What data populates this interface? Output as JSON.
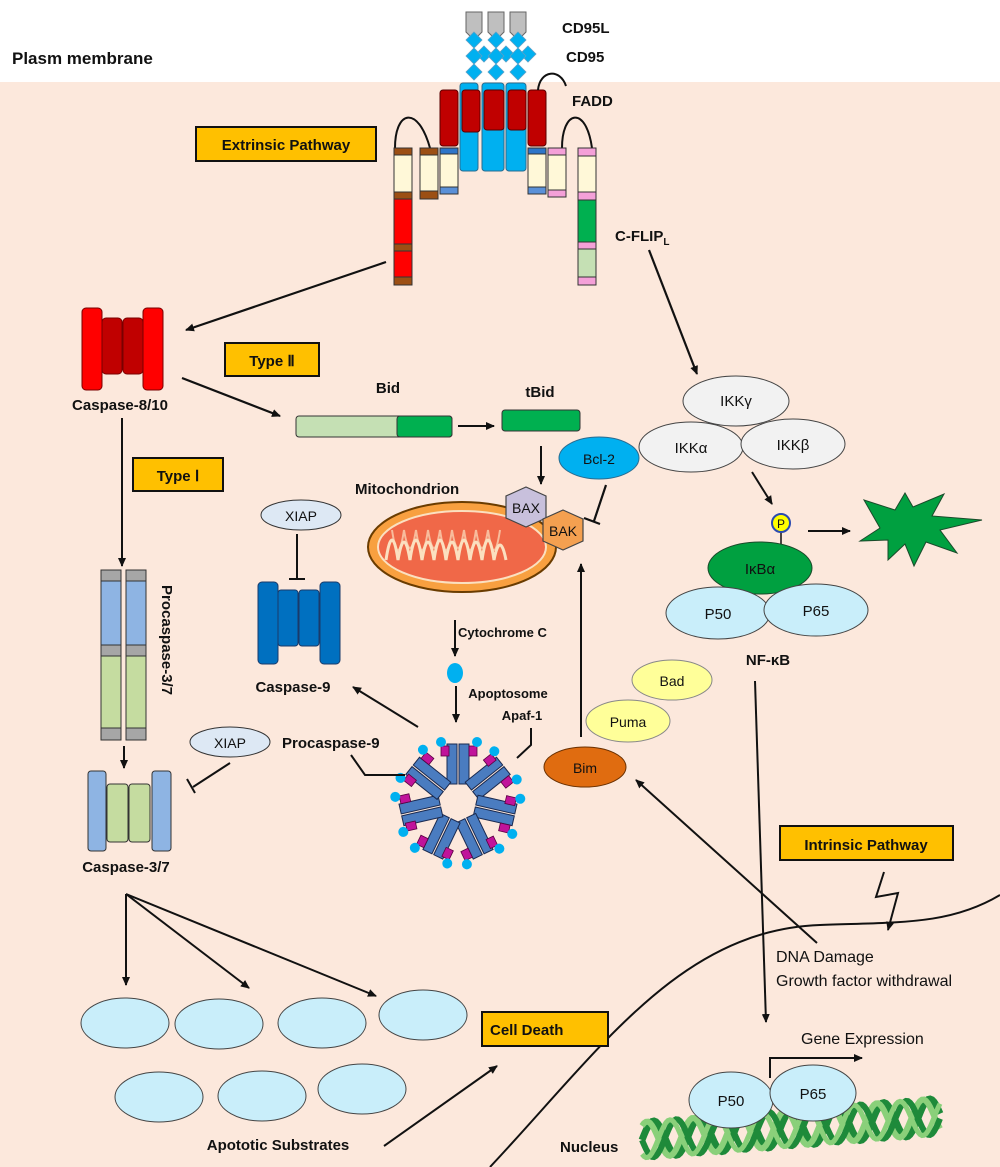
{
  "region_labels": {
    "membrane": "Plasm membrane",
    "nucleus": "Nucleus",
    "mitochondrion": "Mitochondrion"
  },
  "receptor": {
    "ligand": "CD95L",
    "receptor": "CD95",
    "adaptor": "FADD",
    "flip": "C-FLIP",
    "flip_sub": "L"
  },
  "boxes": {
    "extrinsic": "Extrinsic Pathway",
    "type2": "Type Ⅱ",
    "type1": "Type Ⅰ",
    "intrinsic": "Intrinsic Pathway",
    "cell_death": "Cell Death"
  },
  "proteins": {
    "caspase810": "Caspase-8/10",
    "bid": "Bid",
    "tbid": "tBid",
    "bcl2": "Bcl-2",
    "bax": "BAX",
    "bak": "BAK",
    "xiap_top": "XIAP",
    "xiap_bottom": "XIAP",
    "caspase9": "Caspase-9",
    "procaspase37": "Procaspase-3/7",
    "caspase37": "Caspase-3/7",
    "procaspase9": "Procaspase-9",
    "cytochrome": "Cytochrome C",
    "apoptosome": "Apoptosome",
    "apaf1": "Apaf-1",
    "bad": "Bad",
    "puma": "Puma",
    "bim": "Bim",
    "ikkg": "IKKγ",
    "ikka": "IKKα",
    "ikkb": "IKKβ",
    "phospho": "P",
    "ikba": "IκBα",
    "p50": "P50",
    "p65": "P65",
    "nfkb": "NF-κB",
    "p50_nuc": "P50",
    "p65_nuc": "P65"
  },
  "annotations": {
    "dna_damage": "DNA Damage",
    "growth_factor": "Growth factor withdrawal",
    "gene_expression": "Gene Expression",
    "substrates": "Apototic Substrates"
  },
  "colors": {
    "cytoplasm": "#fce8dc",
    "box_fill": "#ffc000",
    "caspase8": "#ff0000",
    "caspase8_dark": "#c00000",
    "caspase9": "#0070c0",
    "cd95": "#00b0f0",
    "bid_light": "#c5e0b4",
    "bid_dark": "#00b050",
    "bcl2": "#00b0f0",
    "bax": "#c8c0dc",
    "bak": "#f4a050",
    "bim": "#e06c10",
    "bh3": "#ffff99",
    "ikk": "#f2f2f2",
    "ikba": "#00a040",
    "nfkb": "#c9eefa",
    "substrate": "#c9eefa",
    "xiap": "#dde8f4"
  }
}
